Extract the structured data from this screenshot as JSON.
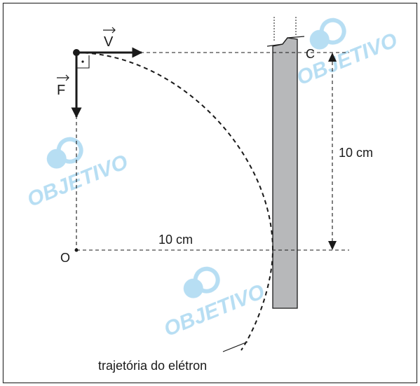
{
  "labels": {
    "velocity": "V",
    "force": "F",
    "point_c": "C",
    "origin": "O",
    "horizontal_distance": "10 cm",
    "vertical_distance": "10 cm",
    "trajectory": "trajetória do elétron"
  },
  "watermark": {
    "text": "OBJETIVO",
    "icon": "objetivo-logo-icon",
    "color": "#7cc3ea"
  },
  "colors": {
    "plate": "#b7b8ba",
    "ink": "#1a1a1a",
    "frame": "#333333"
  }
}
